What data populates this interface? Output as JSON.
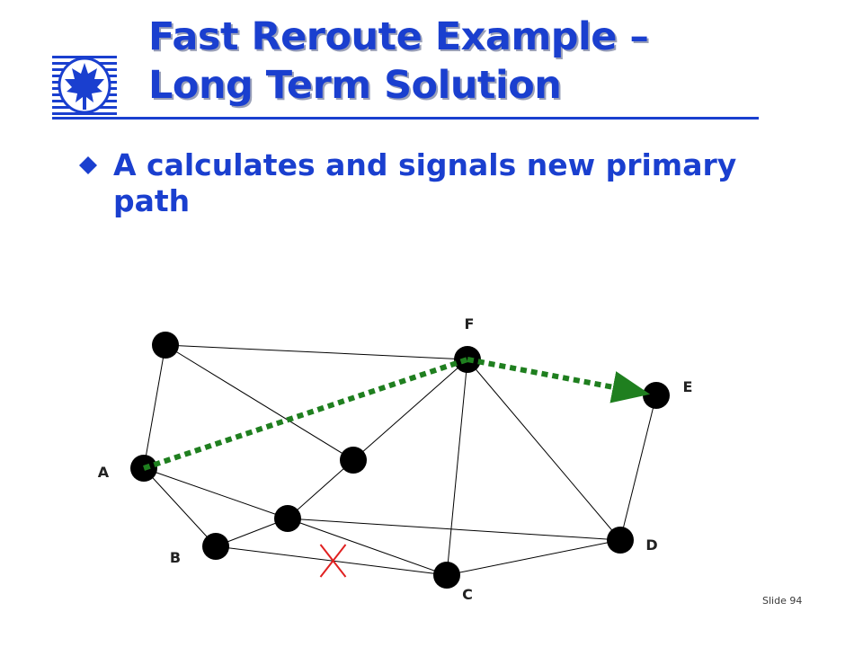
{
  "slide": {
    "title_line1": "Fast Reroute Example –",
    "title_line2": "Long Term Solution",
    "bullet": "A calculates and signals new primary path",
    "slide_number": "Slide 94"
  },
  "colors": {
    "title_blue": "#1a3fcf",
    "node": "#000000",
    "link": "#000000",
    "path_green": "#1f7f1f",
    "failure_red": "#e02020"
  },
  "diagram": {
    "nodes": [
      {
        "id": "n1",
        "label": ""
      },
      {
        "id": "F",
        "label": "F"
      },
      {
        "id": "E",
        "label": "E"
      },
      {
        "id": "A",
        "label": "A"
      },
      {
        "id": "n5",
        "label": ""
      },
      {
        "id": "n6",
        "label": ""
      },
      {
        "id": "B",
        "label": "B"
      },
      {
        "id": "D",
        "label": "D"
      },
      {
        "id": "C",
        "label": "C"
      }
    ],
    "links": [
      [
        "n1",
        "F"
      ],
      [
        "n1",
        "n5"
      ],
      [
        "n1",
        "A"
      ],
      [
        "F",
        "n5"
      ],
      [
        "F",
        "C"
      ],
      [
        "F",
        "D"
      ],
      [
        "E",
        "D"
      ],
      [
        "A",
        "n6"
      ],
      [
        "A",
        "B"
      ],
      [
        "n5",
        "n6"
      ],
      [
        "n6",
        "C"
      ],
      [
        "n6",
        "D"
      ],
      [
        "n6",
        "B"
      ],
      [
        "B",
        "C"
      ],
      [
        "C",
        "D"
      ]
    ],
    "new_primary_path": [
      "A",
      "F",
      "E"
    ],
    "failed_link": [
      "B",
      "C"
    ]
  }
}
